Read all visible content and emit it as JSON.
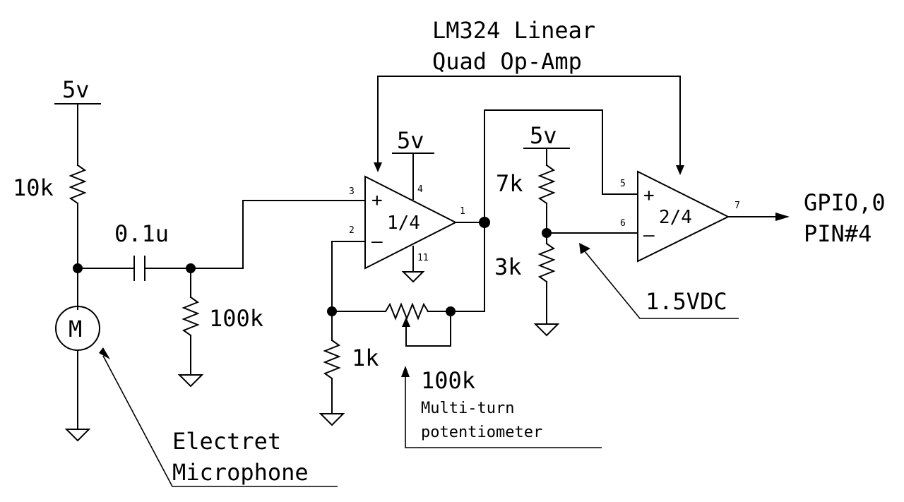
{
  "title": {
    "line1": "LM324 Linear",
    "line2": "Quad Op-Amp"
  },
  "supplies": {
    "left": "5v",
    "opamp1": "5v",
    "divider": "5v"
  },
  "components": {
    "r_pullup": "10k",
    "capacitor": "0.1u",
    "r_bias": "100k",
    "mic_symbol": "M",
    "r_gain_ground": "1k",
    "r_divider_top": "7k",
    "r_divider_bottom": "3k",
    "opamp1_label": "1/4",
    "opamp2_label": "2/4",
    "plus": "+",
    "minus": "–"
  },
  "pins": {
    "p1": "1",
    "p2": "2",
    "p3": "3",
    "p4": "4",
    "p5": "5",
    "p6": "6",
    "p7": "7",
    "p11": "11"
  },
  "annotations": {
    "microphone_line1": "Electret",
    "microphone_line2": "Microphone",
    "pot_value": "100k",
    "pot_line1": "Multi-turn",
    "pot_line2": "potentiometer",
    "vref": "1.5VDC",
    "output_line1": "GPIO,0",
    "output_line2": "PIN#4"
  }
}
